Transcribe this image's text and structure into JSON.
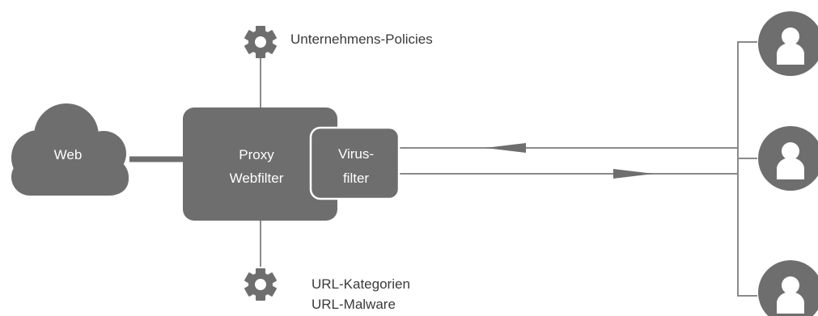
{
  "diagram": {
    "cloud_label": "Web",
    "proxy_label_line1": "Proxy",
    "proxy_label_line2": "Webfilter",
    "virus_label_line1": "Virus-",
    "virus_label_line2": "filter",
    "top_policy_label": "Unternehmens-Policies",
    "bottom_policy_line1": "URL-Kategorien",
    "bottom_policy_line2": "URL-Malware"
  },
  "colors": {
    "node_fill": "#6e6e6e",
    "line": "#8a8a8a",
    "text_on_node": "#ffffff",
    "label_text": "#3a3a3a"
  },
  "icons": {
    "policy": "gear-icon",
    "user": "user-icon"
  }
}
